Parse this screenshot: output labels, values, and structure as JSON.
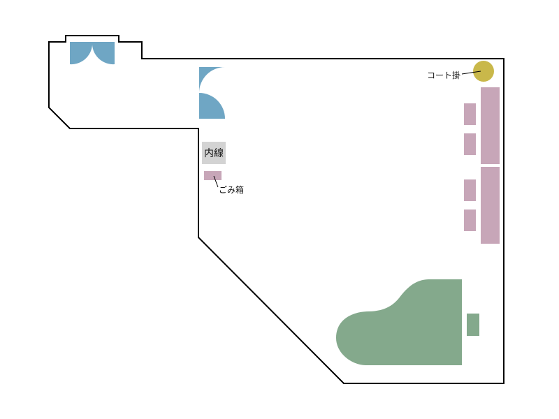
{
  "labels": {
    "phone": "内線",
    "trash": "ごみ箱",
    "coat_rack": "コート掛"
  },
  "colors": {
    "wall": "#000000",
    "door": "#6fa6c4",
    "furniture": "#c7a6b8",
    "piano": "#84a98c",
    "phone_box": "#d3d3d3",
    "coat_rack": "#c9b84a",
    "background": "#ffffff"
  }
}
